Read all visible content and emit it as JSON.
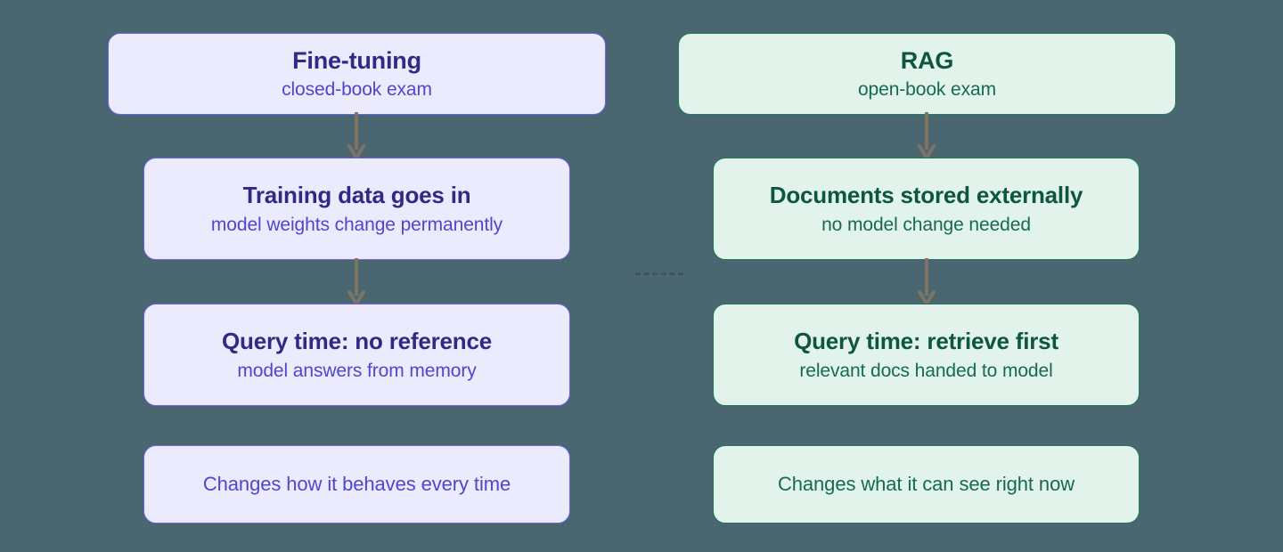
{
  "background_color": "#4a6670",
  "columns": [
    {
      "id": "fine-tuning",
      "accent_color": "#6f63e8",
      "fill_color": "#ecebfd",
      "title_color": "#2f2a86",
      "header": {
        "title": "Fine-tuning",
        "subtitle": "closed-book exam"
      },
      "steps": [
        {
          "title": "Training data goes in",
          "subtitle": "model weights change permanently"
        },
        {
          "title": "Query time: no reference",
          "subtitle": "model answers from memory"
        }
      ],
      "summary": "Changes how it behaves every time"
    },
    {
      "id": "rag",
      "accent_color": "#1f7a5c",
      "fill_color": "#e1f3ea",
      "title_color": "#0d5640",
      "header": {
        "title": "RAG",
        "subtitle": "open-book exam"
      },
      "steps": [
        {
          "title": "Documents stored externally",
          "subtitle": "no model change needed"
        },
        {
          "title": "Query time: retrieve first",
          "subtitle": "relevant docs handed to model"
        }
      ],
      "summary": "Changes what it can see right now"
    }
  ],
  "connectors": {
    "arrow_color": "#7d7463",
    "count": 4,
    "icon": "down-arrow-icon"
  },
  "divider": {
    "style": "dashed",
    "color": "#3c5560",
    "icon": "dashed-separator-icon"
  }
}
